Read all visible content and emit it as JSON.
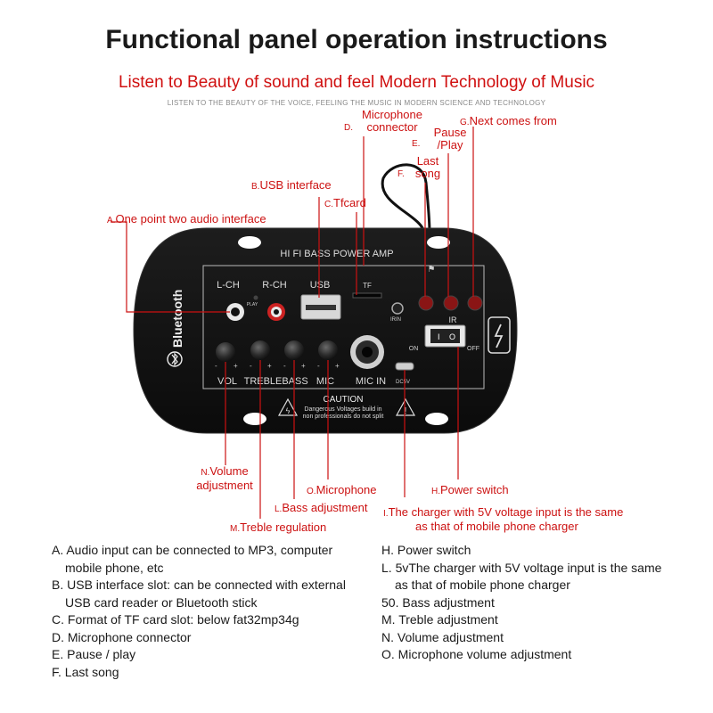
{
  "header": {
    "title": "Functional panel operation instructions",
    "subtitle": "Listen to Beauty of sound and feel Modern Technology of Music",
    "tagline": "LISTEN TO THE BEAUTY OF THE VOICE, FEELING THE MUSIC IN MODERN SCIENCE AND TECHNOLOGY"
  },
  "callouts": {
    "a": {
      "key": "A.",
      "text": "One point two audio interface"
    },
    "b": {
      "key": "B.",
      "text": "USB interface"
    },
    "c": {
      "key": "C.",
      "text": "Tfcard"
    },
    "d": {
      "key": "D.",
      "line1": "Microphone",
      "line2": "connector"
    },
    "e": {
      "key": "E.",
      "line1": "Pause",
      "line2": "/Play"
    },
    "f": {
      "key": "F.",
      "line1": "Last",
      "line2": "song"
    },
    "g": {
      "key": "G.",
      "text": "Next comes from"
    },
    "n": {
      "key": "N.",
      "line1": "Volume",
      "line2": "adjustment"
    },
    "o": {
      "key": "O.",
      "text": "Microphone"
    },
    "l": {
      "key": "L.",
      "text": "Bass adjustment"
    },
    "m": {
      "key": "M.",
      "text": "Treble regulation"
    },
    "h": {
      "key": "H.",
      "text": "Power switch"
    },
    "i": {
      "key": "I.",
      "line1": "The charger with 5V voltage input is the same",
      "line2": "as that of mobile phone charger"
    }
  },
  "panel": {
    "brand": "Bluetooth",
    "model": "HI FI BASS POWER AMP",
    "lch": "L-CH",
    "rch": "R-CH",
    "usb": "USB",
    "tf": "TF",
    "play": "PLAY",
    "irin": "IRIN",
    "ir": "IR",
    "on": "ON",
    "off": "OFF",
    "dc5v": "DC5V",
    "vol": "VOL",
    "treble": "TREBLE",
    "bass": "BASS",
    "mic": "MIC",
    "mic_in": "MIC IN",
    "minus": "-",
    "plus": "+",
    "caution_title": "CAUTION",
    "caution_line1": "Dangerous Voltages build in",
    "caution_line2": "non professionals do not split"
  },
  "notes": {
    "left": [
      "A. Audio input can be connected to MP3, computer",
      "mobile phone, etc",
      "B. USB interface slot: can be connected with external",
      "USB card reader or Bluetooth stick",
      "C. Format of TF card slot: below fat32mp34g",
      "D. Microphone connector",
      "E. Pause / play",
      "F. Last song"
    ],
    "right": [
      "H. Power switch",
      "L. 5vThe charger with 5V voltage input is the same",
      "as that of mobile phone charger",
      "50. Bass adjustment",
      "M. Treble adjustment",
      "N. Volume adjustment",
      "O. Microphone volume adjustment"
    ]
  },
  "colors": {
    "accent": "#cc1111",
    "panel": "#121212",
    "text": "#1a1a1a"
  }
}
